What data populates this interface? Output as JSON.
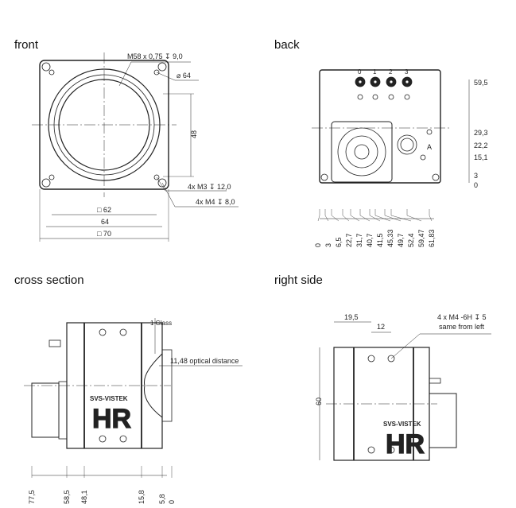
{
  "views": {
    "front": {
      "title": "front",
      "callouts": {
        "thread": "M58 x 0,75 ↧ 9,0",
        "diameter": "⌀ 64",
        "m3": "4x M3 ↧ 12,0",
        "m4": "4x M4 ↧ 8,0"
      },
      "dims": {
        "height": "48",
        "d62": "□ 62",
        "d64": "64",
        "d70": "□ 70"
      }
    },
    "back": {
      "title": "back",
      "v_dims": [
        "59,5",
        "29,3",
        "22,2",
        "15,1",
        "3",
        "0"
      ],
      "h_dims": [
        "0",
        "3",
        "6,5",
        "22,7",
        "31,7",
        "40,7",
        "41,5",
        "45,33",
        "49,7",
        "52,4",
        "59,47",
        "61,83"
      ],
      "connector_labels": [
        "0",
        "1",
        "2",
        "3"
      ],
      "datum": "A"
    },
    "cross_section": {
      "title": "cross section",
      "glass": "1 Glass",
      "optical": "11,48 optical distance",
      "h_dims": [
        "77,5",
        "58,5",
        "48,1",
        "15,8",
        "5,8",
        "0"
      ],
      "logo_brand": "SVS-VISTEK",
      "logo_model": "HR"
    },
    "right_side": {
      "title": "right side",
      "d19": "19,5",
      "d12": "12",
      "height": "60",
      "note1": "4 x M4 -6H ↧ 5",
      "note2": "same from left",
      "logo_brand": "SVS-VISTEK",
      "logo_model": "HR"
    }
  }
}
